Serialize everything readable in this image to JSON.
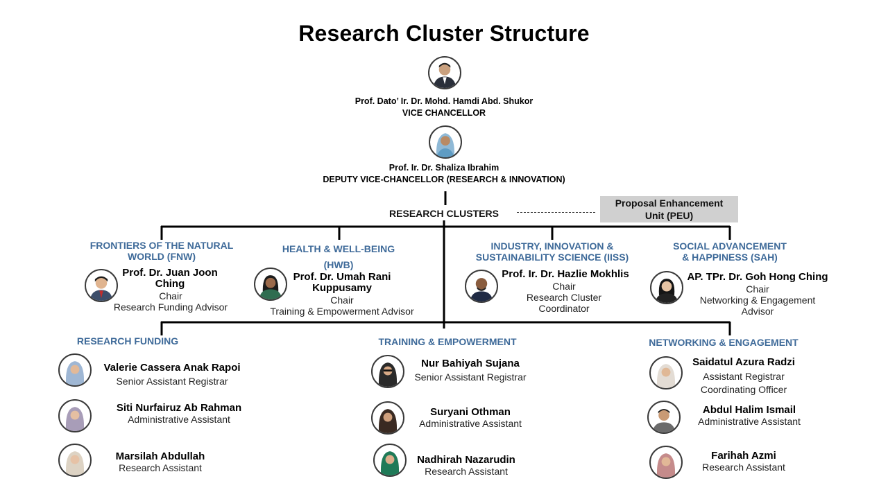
{
  "title": "Research Cluster Structure",
  "vc": {
    "name": "Prof. Dato’ Ir. Dr. Mohd. Hamdi Abd. Shukor",
    "role": "VICE CHANCELLOR"
  },
  "dvc": {
    "name": "Prof. Ir. Dr. Shaliza Ibrahim",
    "role": "DEPUTY VICE-CHANCELLOR (RESEARCH & INNOVATION)"
  },
  "research_clusters_label": "RESEARCH CLUSTERS",
  "peu": {
    "line1": "Proposal Enhancement",
    "line2": "Unit (PEU)"
  },
  "clusters": [
    {
      "title_l1": "FRONTIERS OF THE NATURAL",
      "title_l2": "WORLD (FNW)",
      "name_l1": "Prof. Dr. Juan Joon",
      "name_l2": "Ching",
      "role_l1": "Chair",
      "role_l2": "Research Funding Advisor",
      "role_l3": ""
    },
    {
      "title_l1": "HEALTH & WELL-BEING",
      "title_l2": "(HWB)",
      "name_l1": "Prof. Dr. Umah Rani",
      "name_l2": "Kuppusamy",
      "role_l1": "Chair",
      "role_l2": "Training & Empowerment Advisor",
      "role_l3": ""
    },
    {
      "title_l1": "INDUSTRY, INNOVATION &",
      "title_l2": "SUSTAINABILITY SCIENCE (IISS)",
      "name_l1": "Prof. Ir. Dr. Hazlie Mokhlis",
      "name_l2": "",
      "role_l1": "Chair",
      "role_l2": "Research Cluster",
      "role_l3": "Coordinator"
    },
    {
      "title_l1": "SOCIAL ADVANCEMENT",
      "title_l2": "& HAPPINESS (SAH)",
      "name_l1": "AP. TPr. Dr. Goh Hong Ching",
      "name_l2": "",
      "role_l1": "Chair",
      "role_l2": "Networking & Engagement",
      "role_l3": "Advisor"
    }
  ],
  "units": [
    {
      "title": "RESEARCH FUNDING",
      "staff": [
        {
          "name": "Valerie Cassera Anak Rapoi",
          "role_l1": "Senior Assistant Registrar",
          "role_l2": ""
        },
        {
          "name": "Siti Nurfairuz Ab Rahman",
          "role_l1": "Administrative Assistant",
          "role_l2": ""
        },
        {
          "name": "Marsilah Abdullah",
          "role_l1": "Research Assistant",
          "role_l2": ""
        }
      ]
    },
    {
      "title": "TRAINING & EMPOWERMENT",
      "staff": [
        {
          "name": "Nur Bahiyah Sujana",
          "role_l1": "Senior Assistant Registrar",
          "role_l2": ""
        },
        {
          "name": "Suryani Othman",
          "role_l1": "Administrative Assistant",
          "role_l2": ""
        },
        {
          "name": "Nadhirah Nazarudin",
          "role_l1": "Research Assistant",
          "role_l2": ""
        }
      ]
    },
    {
      "title": "NETWORKING & ENGAGEMENT",
      "staff": [
        {
          "name": "Saidatul Azura Radzi",
          "role_l1": "Assistant Registrar",
          "role_l2": "Coordinating Officer"
        },
        {
          "name": "Abdul Halim Ismail",
          "role_l1": "Administrative Assistant",
          "role_l2": ""
        },
        {
          "name": "Farihah Azmi",
          "role_l1": "Research Assistant",
          "role_l2": ""
        }
      ]
    }
  ],
  "colors": {
    "cluster_title": "#3e6a99",
    "peu_bg": "#d0d0d0",
    "line": "#000000"
  },
  "icons": {
    "portrait": "person-portrait-icon"
  }
}
